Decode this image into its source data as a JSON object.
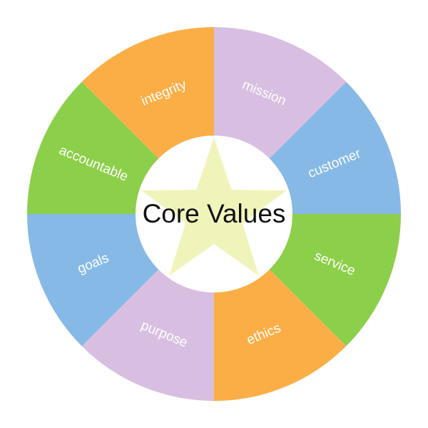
{
  "title": "Core Values",
  "colors": {
    "purple": "#d8bfe1",
    "blue": "#86b9e6",
    "green": "#8ccf4a",
    "orange": "#fbae46",
    "star": "#f1f4ba",
    "center": "#ffffff",
    "label": "#ffffff",
    "title": "#111111"
  },
  "segments": [
    {
      "label": "mission",
      "color": "purple"
    },
    {
      "label": "customer",
      "color": "blue"
    },
    {
      "label": "service",
      "color": "green"
    },
    {
      "label": "ethics",
      "color": "orange"
    },
    {
      "label": "purpose",
      "color": "purple"
    },
    {
      "label": "goals",
      "color": "blue"
    },
    {
      "label": "accountable",
      "color": "green"
    },
    {
      "label": "integrity",
      "color": "orange"
    }
  ]
}
